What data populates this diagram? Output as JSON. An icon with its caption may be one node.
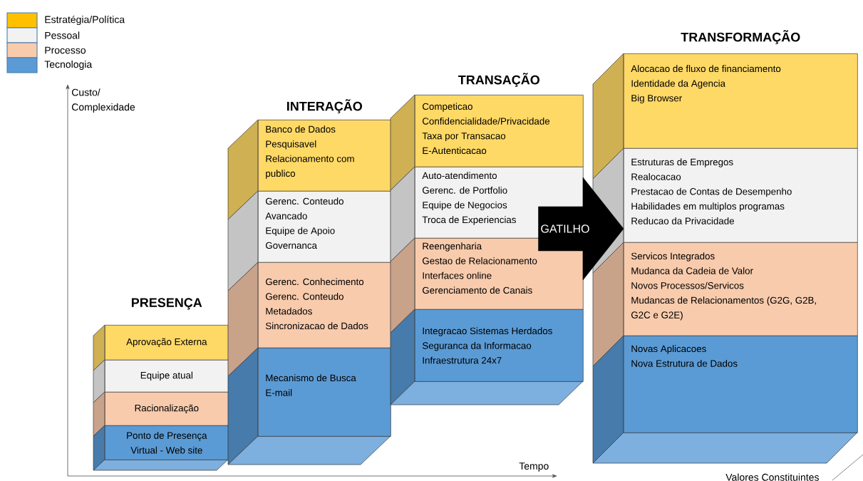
{
  "diagram": {
    "nodes": [
      {
        "text": [
          "PRESENÇA"
        ]
      },
      {
        "text": [
          "Aprovação Externa"
        ],
        "in": 0
      },
      {
        "text": [
          "Equipe atual"
        ],
        "in": 0
      },
      {
        "text": [
          "Racionalização"
        ],
        "in": 0
      },
      {
        "text": [
          "Ponto de Presença Virtual - Web site"
        ],
        "in": 0
      },
      {
        "text": [
          "INTERAÇÃO"
        ]
      },
      {
        "text": [
          "Banco de Dados",
          "Pesquisavel",
          "Relacionamento com publico"
        ],
        "in": 5
      },
      {
        "text": [
          "Gerenc. Conteudo Avancado",
          "Equipe de Apoio",
          "Governanca"
        ],
        "in": 5
      },
      {
        "text": [
          "Gerenc. Conhecimento",
          "Gerenc. Conteudo",
          "Metadados",
          "Sincronizacao de Dados"
        ],
        "in": 5
      },
      {
        "text": [
          "Mecanismo de Busca",
          "E-mail"
        ],
        "in": 5
      },
      {
        "text": [
          "TRANSAÇÃO"
        ]
      },
      {
        "text": [
          "Competicao",
          "Confidencialidade/Privacidade",
          "Taxa por Transacao",
          "E-Autenticacao"
        ],
        "in": 10
      },
      {
        "text": [
          "Auto-atendimento",
          "Gerenc. de Portfolio",
          "Equipe de Negocios",
          "Troca de Experiencias"
        ],
        "in": 10
      },
      {
        "text": [
          "Reengenharia",
          "Gestao de Relacionamento",
          "Interfaces online",
          "Gerenciamento de Canais"
        ],
        "in": 10
      },
      {
        "text": [
          "Integracao Sistemas Herdados",
          "Seguranca da Informacao",
          "Infraestrutura 24x7"
        ],
        "in": 10
      },
      {
        "text": [
          "TRANSFORMAÇÃO"
        ]
      },
      {
        "text": [
          "Alocacao de fluxo de financiamento",
          "Identidade da Agencia",
          "Big Browser"
        ],
        "in": 15
      },
      {
        "text": [
          "Estruturas de Empregos",
          "Realocacao",
          "Prestacao de Contas de Desempenho",
          "Habilidades em multiplos programas",
          "Reducao da Privacidade"
        ],
        "in": 15
      },
      {
        "text": [
          "Servicos Integrados",
          "Mudanca da Cadeia de Valor",
          "Novos Processos/Servicos",
          "Mudancas de Relacionamentos (G2G, G2B, G2C e G2E)"
        ],
        "in": 15
      },
      {
        "text": [
          "Novas Aplicacoes",
          "Nova Estrutura de Dados"
        ],
        "in": 15
      }
    ],
    "edges": [
      {
        "from": 10,
        "to": 15,
        "arrow": "to",
        "label": "GATILHO"
      }
    ],
    "labels": [
      "Custo/ Complexidade",
      "Tempo",
      "Valores Constituintes"
    ],
    "legend": [
      {
        "text": "Estratégia/Política",
        "color": "#ffc000"
      },
      {
        "text": "Pessoal",
        "color": "#f2f2f2"
      },
      {
        "text": "Processo",
        "color": "#f8cbad"
      },
      {
        "text": "Tecnologia",
        "color": "#5b9bd5"
      }
    ]
  }
}
